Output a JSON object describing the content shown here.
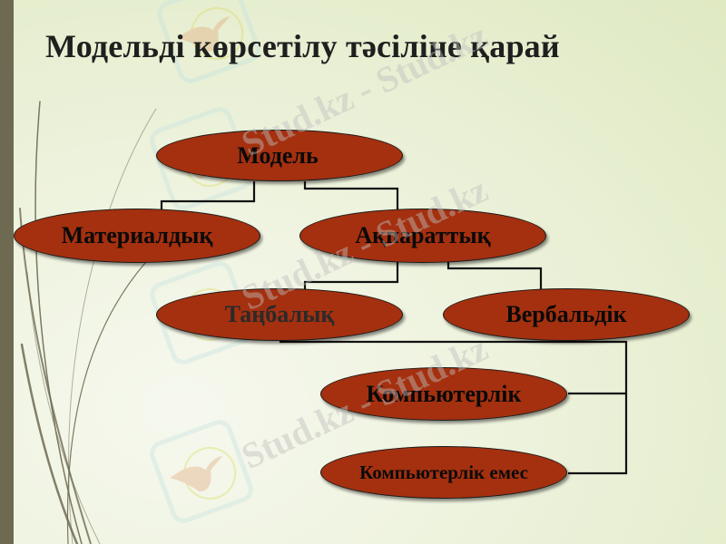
{
  "slide": {
    "title": "Модельді көрсетілу тәсіліне қарай",
    "colors": {
      "node_fill": "#a4300f",
      "node_border": "#1a1a1a",
      "connector": "#111111",
      "sidebar": "#6e6a52",
      "background": "#eef3de"
    }
  },
  "diagram": {
    "nodes": {
      "model": "Модель",
      "material": "Материалдық",
      "information": "Ақпараттық",
      "symbolic": "Таңбалық",
      "verbal": "Вербальдік",
      "computer": "Компьютерлік",
      "non_computer": "Компьютерлік емес"
    },
    "edges": [
      [
        "Модель",
        "Материалдық"
      ],
      [
        "Модель",
        "Ақпараттық"
      ],
      [
        "Ақпараттық",
        "Таңбалық"
      ],
      [
        "Ақпараттық",
        "Вербальдік"
      ],
      [
        "Таңбалық / Вербальдік",
        "Компьютерлік"
      ],
      [
        "Таңбалық / Вербальдік",
        "Компьютерлік емес"
      ]
    ]
  },
  "watermark": {
    "text": "Stud.kz - Stud.kz"
  }
}
